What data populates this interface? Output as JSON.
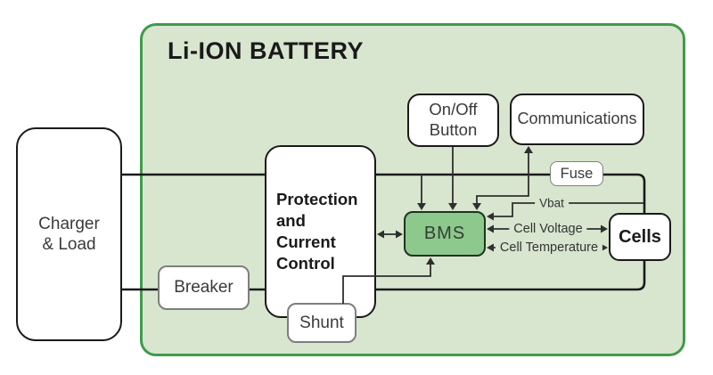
{
  "colors": {
    "container_fill": "#d8e6cf",
    "container_border": "#3f9b4a",
    "bms_fill": "#8dc88d",
    "bms_border": "#1f3320",
    "box_border_dark": "#1a1a1a",
    "box_border_gray": "#7e7e7e",
    "wire": "#1a1a1a",
    "signal": "#2f2f2f"
  },
  "diagram": {
    "title": "Li-ION BATTERY",
    "blocks": {
      "charger_load": {
        "label": "Charger & Load"
      },
      "breaker": {
        "label": "Breaker"
      },
      "protection": {
        "label": "Protection and Current Control"
      },
      "shunt": {
        "label": "Shunt"
      },
      "on_off_button": {
        "label": "On/Off Button"
      },
      "communications": {
        "label": "Communications"
      },
      "fuse": {
        "label": "Fuse"
      },
      "bms": {
        "label": "BMS"
      },
      "cells": {
        "label": "Cells"
      }
    },
    "signal_labels": {
      "vbat": "Vbat",
      "cell_voltage": "Cell Voltage",
      "cell_temperature": "Cell Temperature"
    }
  }
}
